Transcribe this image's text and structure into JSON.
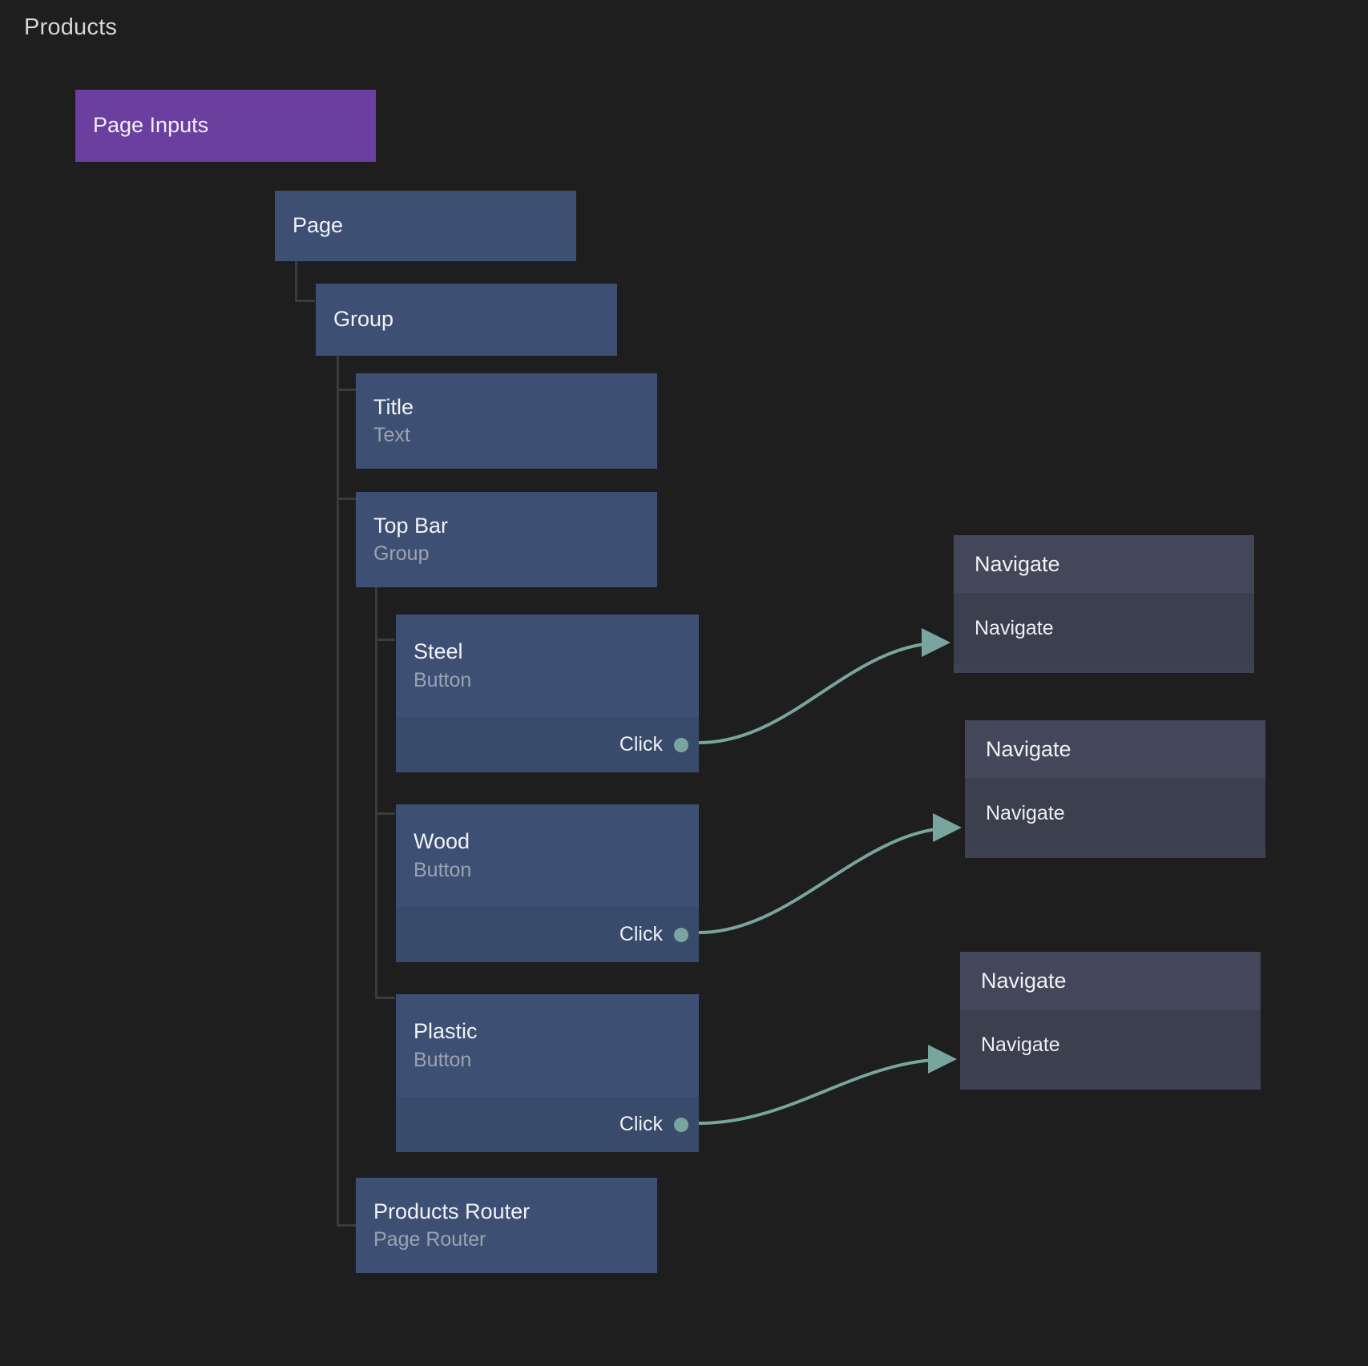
{
  "page": {
    "title": "Products"
  },
  "colors": {
    "background": "#1e1e1e",
    "tree_node": "#3d5073",
    "inputs_node": "#6b3fa0",
    "port_row": "#394b6a",
    "action_header": "#44475a",
    "action_row": "#3c3f4d",
    "edge": "#78a59e",
    "connector": "#3b3b3b"
  },
  "nodes": {
    "page_inputs": {
      "title": "Page Inputs"
    },
    "page": {
      "title": "Page"
    },
    "group": {
      "title": "Group"
    },
    "title_text": {
      "title": "Title",
      "subtitle": "Text"
    },
    "top_bar": {
      "title": "Top Bar",
      "subtitle": "Group"
    },
    "steel": {
      "title": "Steel",
      "subtitle": "Button",
      "port": "Click"
    },
    "wood": {
      "title": "Wood",
      "subtitle": "Button",
      "port": "Click"
    },
    "plastic": {
      "title": "Plastic",
      "subtitle": "Button",
      "port": "Click"
    },
    "products_router": {
      "title": "Products Router",
      "subtitle": "Page Router"
    }
  },
  "actions": [
    {
      "header": "Navigate",
      "row": "Navigate"
    },
    {
      "header": "Navigate",
      "row": "Navigate"
    },
    {
      "header": "Navigate",
      "row": "Navigate"
    }
  ],
  "edges": [
    {
      "from": "steel.click",
      "to": "navigate-1"
    },
    {
      "from": "wood.click",
      "to": "navigate-2"
    },
    {
      "from": "plastic.click",
      "to": "navigate-3"
    }
  ]
}
